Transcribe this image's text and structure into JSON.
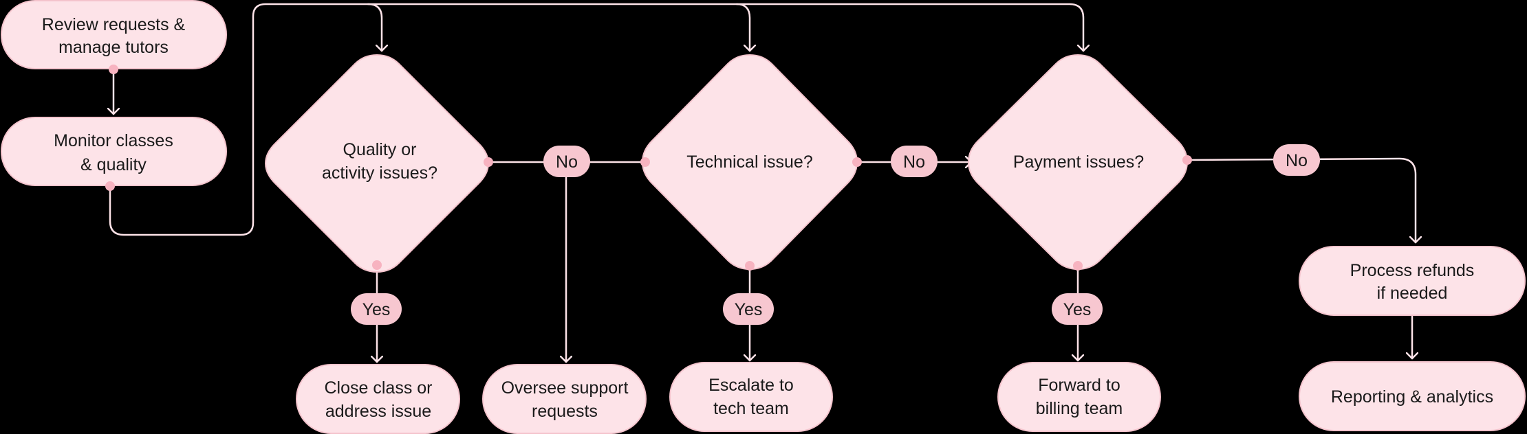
{
  "colors": {
    "background": "#000000",
    "node_fill": "#fde3e8",
    "node_stroke": "#f4c4cd",
    "label_fill": "#f7c7d0",
    "connector": "#fde3e8",
    "dot": "#f7b3c0",
    "text": "#1a1a1a"
  },
  "nodes": {
    "review": {
      "line1": "Review requests &",
      "line2": "manage tutors"
    },
    "monitor": {
      "line1": "Monitor classes",
      "line2": "& quality"
    },
    "quality": {
      "line1": "Quality or",
      "line2": "activity issues?"
    },
    "technical": {
      "line1": "Technical issue?"
    },
    "payment": {
      "line1": "Payment issues?"
    },
    "close": {
      "line1": "Close class or",
      "line2": "address issue"
    },
    "oversee": {
      "line1": "Oversee support",
      "line2": "requests"
    },
    "escalate": {
      "line1": "Escalate to",
      "line2": "tech team"
    },
    "forward": {
      "line1": "Forward to",
      "line2": "billing team"
    },
    "refunds": {
      "line1": "Process refunds",
      "line2": "if needed"
    },
    "reporting": {
      "line1": "Reporting & analytics"
    }
  },
  "labels": {
    "no_quality": "No",
    "no_technical": "No",
    "no_payment": "No",
    "yes_quality": "Yes",
    "yes_technical": "Yes",
    "yes_payment": "Yes"
  }
}
